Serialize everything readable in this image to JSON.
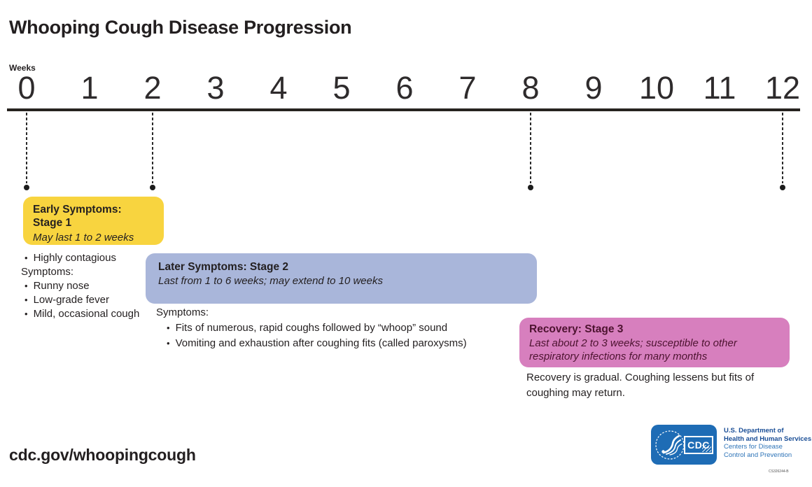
{
  "title": "Whooping Cough Disease Progression",
  "timeline": {
    "axis_label": "Weeks",
    "ticks": [
      "0",
      "1",
      "2",
      "3",
      "4",
      "5",
      "6",
      "7",
      "8",
      "9",
      "10",
      "11",
      "12"
    ],
    "marker_weeks": [
      0,
      2,
      8,
      12
    ]
  },
  "stage1": {
    "header": "Early Symptoms: Stage 1",
    "duration": "May last 1 to 2 weeks",
    "box_color": "#F8D43F",
    "week_start": 0,
    "week_end": 2,
    "highlight": "Highly contagious",
    "symptoms_label": "Symptoms:",
    "symptoms": [
      "Runny nose",
      "Low-grade fever",
      "Mild, occasional cough"
    ]
  },
  "stage2": {
    "header": "Later Symptoms: Stage 2",
    "duration": "Last from 1 to 6 weeks; may extend to 10 weeks",
    "box_color": "#A9B6DA",
    "week_start": 2,
    "week_end": 8,
    "symptoms_label": "Symptoms:",
    "symptoms": [
      "Fits of numerous, rapid coughs followed by “whoop” sound",
      "Vomiting and exhaustion after coughing fits (called paroxysms)"
    ]
  },
  "stage3": {
    "header": "Recovery: Stage 3",
    "duration": "Last about 2 to 3 weeks; susceptible to other respiratory infections for many months",
    "box_color": "#D77FBE",
    "text_color": "#4D1330",
    "week_start": 8,
    "week_end": 12,
    "note": "Recovery is gradual. Coughing lessens but fits of coughing may return."
  },
  "footer": {
    "url": "cdc.gov/whoopingcough",
    "logo": {
      "acronym": "CDC",
      "blue": "#1E6CB5",
      "lines": [
        "U.S. Department of",
        "Health and Human Services",
        "Centers for Disease",
        "Control and Prevention"
      ]
    },
    "doc_code": "CS326244-B"
  }
}
